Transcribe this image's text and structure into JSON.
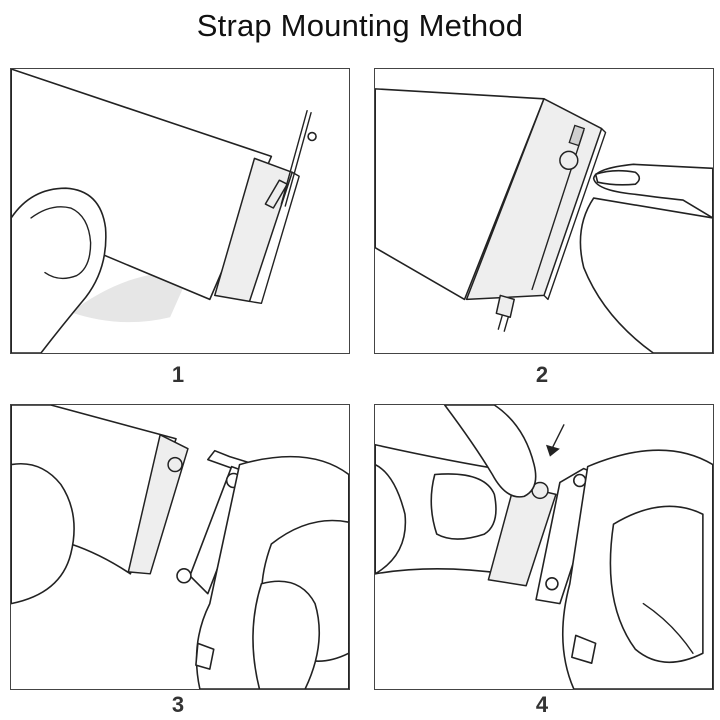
{
  "title": "Strap Mounting Method",
  "steps": [
    {
      "number": "1"
    },
    {
      "number": "2"
    },
    {
      "number": "3"
    },
    {
      "number": "4"
    }
  ],
  "colors": {
    "line": "#222222",
    "metal": "#eeeeee",
    "panel_border": "#444444"
  }
}
